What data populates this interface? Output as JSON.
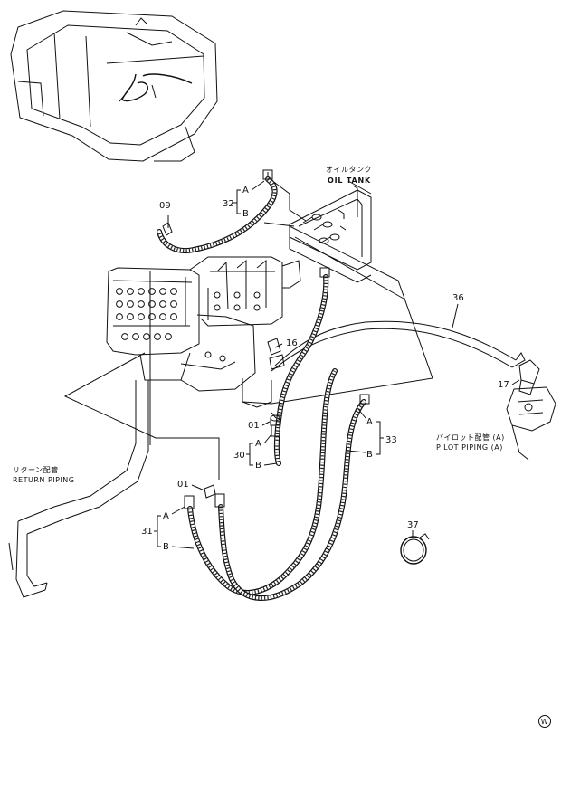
{
  "callouts": {
    "p09": "09",
    "p32": "32",
    "p36": "36",
    "p16": "16",
    "p17": "17",
    "p01a": "01",
    "p30": "30",
    "p01b": "01",
    "p31": "31",
    "p33": "33",
    "p37": "37"
  },
  "ends": {
    "a": "A",
    "b": "B"
  },
  "labels": {
    "oil_tank_jp": "オイルタンク",
    "oil_tank_en": "OIL TANK",
    "return_jp": "リターン配管",
    "return_en": "RETURN PIPING",
    "pilot_jp": "パイロット配管 (A)",
    "pilot_en": "PILOT PIPING (A)"
  },
  "corner_mark": "W"
}
